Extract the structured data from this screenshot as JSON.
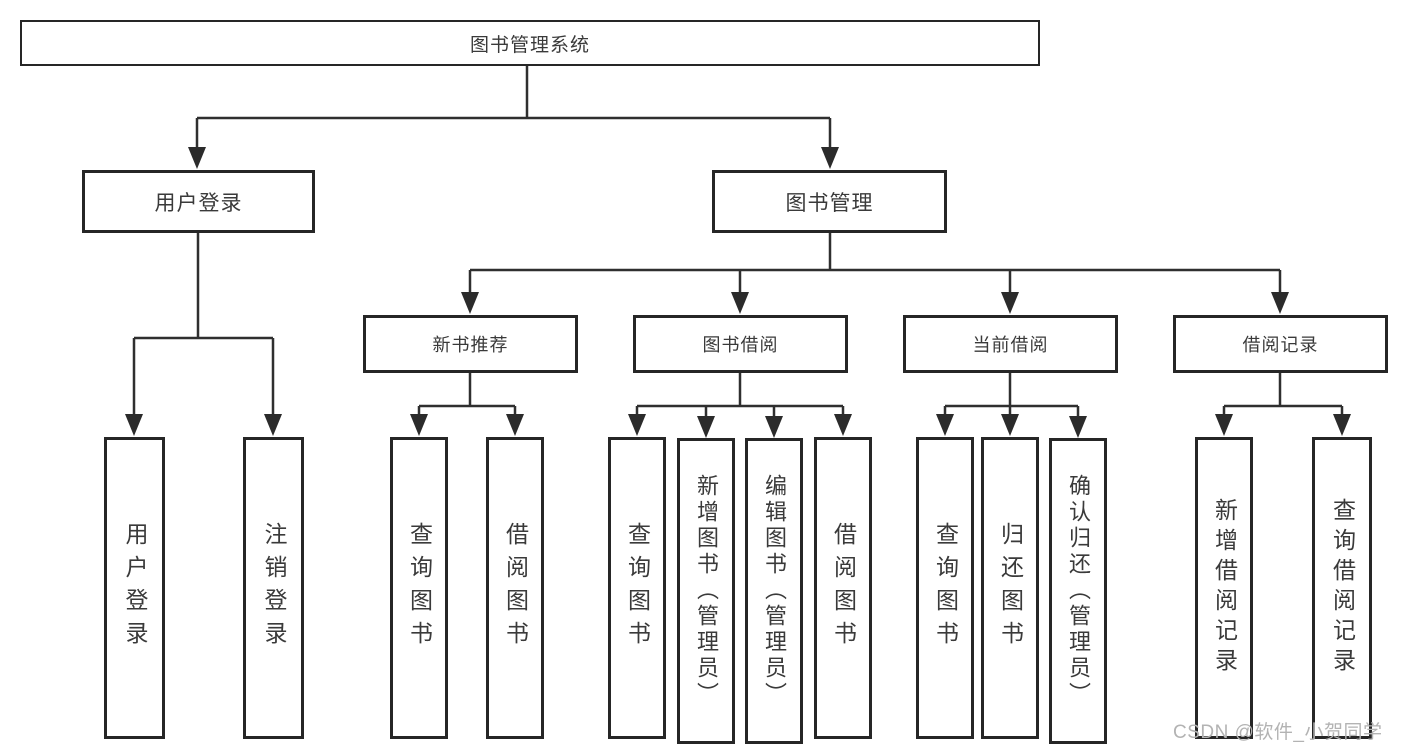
{
  "diagram": {
    "root": {
      "label": "图书管理系统"
    },
    "level2": {
      "user_login": {
        "label": "用户登录"
      },
      "book_mgmt": {
        "label": "图书管理"
      }
    },
    "level3": {
      "new_book_rec": {
        "label": "新书推荐"
      },
      "book_borrow": {
        "label": "图书借阅"
      },
      "current_borrow": {
        "label": "当前借阅"
      },
      "borrow_records": {
        "label": "借阅记录"
      }
    },
    "leaves": {
      "user_login_leaf": {
        "label": "用户登录"
      },
      "logout": {
        "label": "注销登录"
      },
      "rec_query_books": {
        "label": "查询图书"
      },
      "rec_borrow_books": {
        "label": "借阅图书"
      },
      "bb_query_books": {
        "label": "查询图书"
      },
      "bb_add_books": {
        "label": "新增图书（管理员）"
      },
      "bb_edit_books": {
        "label": "编辑图书（管理员）"
      },
      "bb_borrow_books": {
        "label": "借阅图书"
      },
      "cb_query_books": {
        "label": "查询图书"
      },
      "cb_return_books": {
        "label": "归还图书"
      },
      "cb_confirm_return": {
        "label": "确认归还（管理员）"
      },
      "br_add_record": {
        "label": "新增借阅记录"
      },
      "br_query_record": {
        "label": "查询借阅记录"
      }
    },
    "hierarchy": [
      {
        "parent": "图书管理系统",
        "children": [
          "用户登录",
          "图书管理"
        ]
      },
      {
        "parent": "用户登录",
        "children": [
          "用户登录",
          "注销登录"
        ]
      },
      {
        "parent": "图书管理",
        "children": [
          "新书推荐",
          "图书借阅",
          "当前借阅",
          "借阅记录"
        ]
      },
      {
        "parent": "新书推荐",
        "children": [
          "查询图书",
          "借阅图书"
        ]
      },
      {
        "parent": "图书借阅",
        "children": [
          "查询图书",
          "新增图书（管理员）",
          "编辑图书（管理员）",
          "借阅图书"
        ]
      },
      {
        "parent": "当前借阅",
        "children": [
          "查询图书",
          "归还图书",
          "确认归还（管理员）"
        ]
      },
      {
        "parent": "借阅记录",
        "children": [
          "新增借阅记录",
          "查询借阅记录"
        ]
      }
    ]
  },
  "watermark": {
    "text": "CSDN @软件_小贺同学",
    "color": "#b3b3b3"
  },
  "colors": {
    "background": "#ffffff",
    "box_border": "#262626",
    "line": "#2f2f2f",
    "text": "#3a3a3a"
  }
}
